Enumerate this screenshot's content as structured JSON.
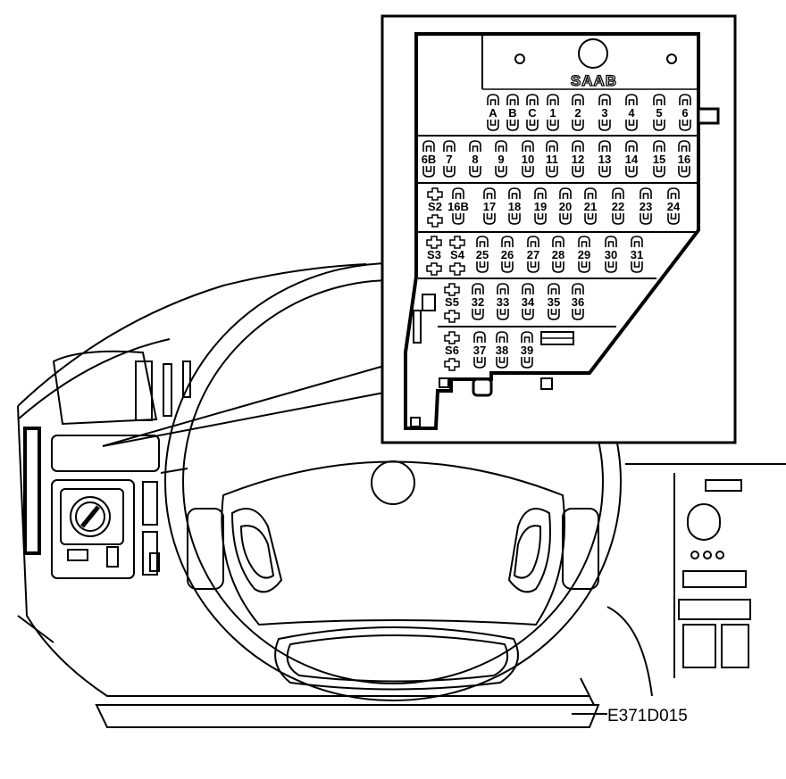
{
  "figure_code": "E371D015",
  "brand": "SAAB",
  "fuse_rows": [
    [
      "A",
      "B",
      "C",
      "1",
      "2",
      "3",
      "4",
      "5",
      "6"
    ],
    [
      "6B",
      "7",
      "8",
      "9",
      "10",
      "11",
      "12",
      "13",
      "14",
      "15",
      "16"
    ],
    [
      "S2",
      "16B",
      "17",
      "18",
      "19",
      "20",
      "21",
      "22",
      "23",
      "24"
    ],
    [
      "S3",
      "S4",
      "25",
      "26",
      "27",
      "28",
      "29",
      "30",
      "31"
    ],
    [
      "S5",
      "32",
      "33",
      "34",
      "35",
      "36"
    ],
    [
      "S6",
      "37",
      "38",
      "39"
    ]
  ]
}
